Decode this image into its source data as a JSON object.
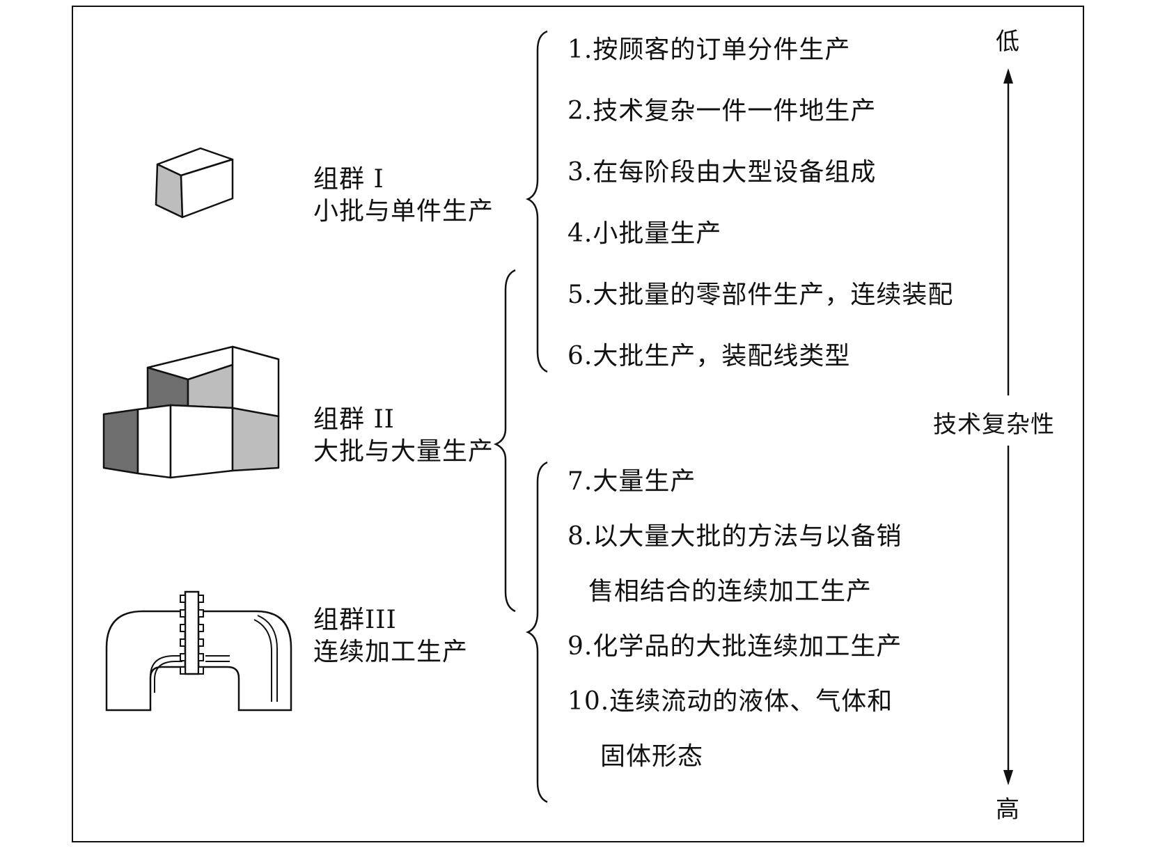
{
  "groups": [
    {
      "title": "组群 I",
      "subtitle": "小批与单件生产"
    },
    {
      "title": "组群 II",
      "subtitle": "大批与大量生产"
    },
    {
      "title": "组群III",
      "subtitle": "连续加工生产"
    }
  ],
  "items": [
    {
      "lines": [
        "1.按顾客的订单分件生产"
      ]
    },
    {
      "lines": [
        "2.技术复杂一件一件地生产"
      ]
    },
    {
      "lines": [
        "3.在每阶段由大型设备组成"
      ]
    },
    {
      "lines": [
        "4.小批量生产"
      ]
    },
    {
      "lines": [
        "5.大批量的零部件生产，连续装配"
      ]
    },
    {
      "lines": [
        "6.大批生产，装配线类型"
      ]
    },
    {
      "lines": [
        "7.大量生产"
      ]
    },
    {
      "lines": [
        "8.以大量大批的方法与以备销",
        "售相结合的连续加工生产"
      ]
    },
    {
      "lines": [
        "9.化学品的大批连续加工生产"
      ]
    },
    {
      "lines": [
        "10.连续流动的液体、气体和",
        "固体形态"
      ]
    }
  ],
  "axis": {
    "top": "低",
    "label": "技术复杂性",
    "bottom": "高"
  },
  "colors": {
    "dark": "#6e6e6e",
    "mid": "#bdbdbd",
    "line": "#111111"
  }
}
